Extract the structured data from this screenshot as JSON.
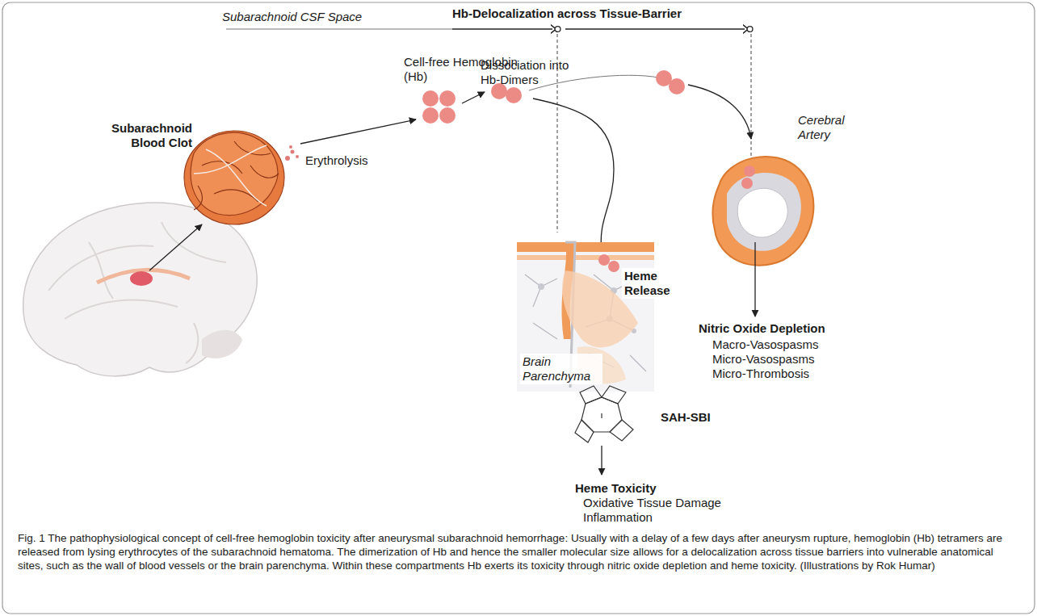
{
  "diagram": {
    "caption": "Fig. 1 The pathophysiological concept of cell-free hemoglobin toxicity after aneurysmal subarachnoid hemorrhage: Usually with a delay of a few days after aneurysm rupture, hemoglobin (Hb) tetramers are released from lysing erythrocytes of the subarachnoid hematoma. The dimerization of Hb and hence the smaller molecular size allows for a delocalization across tissue barriers into vulnerable anatomical sites, such as the wall of blood vessels or the brain parenchyma. Within these compartments Hb exerts its toxicity through nitric oxide depletion and heme toxicity. (Illustrations by Rok Humar)",
    "labels": [
      "Hb-Delocalization across Tissue-Barrier",
      "Subarachnoid CSF Space",
      "Cell-free Hemoglobin (Hb)",
      "Dissociation into Hb-Dimers",
      "Subarachnoid Blood Clot",
      "Erythrolysis",
      "Heme Release",
      "Brain Parenchyma",
      "Cerebral Artery",
      "Nitric Oxide Depletion",
      "Macro-Vasospasms",
      "Micro-Vasospasms",
      "Micro-Thrombosis",
      "SAH-SBI",
      "Heme Toxicity",
      "Oxidative Tissue Damage",
      "Inflammation"
    ]
  }
}
